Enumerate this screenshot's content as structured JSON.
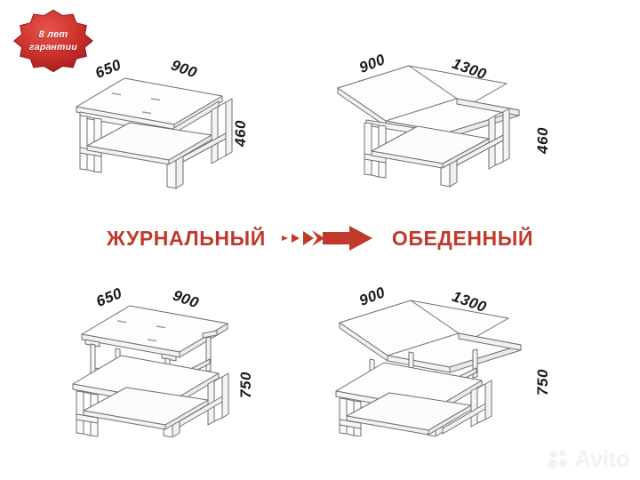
{
  "badge": {
    "line1": "8 лет",
    "line2": "гарантии",
    "color": "#CC2229",
    "icon": "starburst-badge-icon"
  },
  "banner": {
    "left_label": "ЖУРНАЛЬНЫЙ",
    "right_label": "ОБЕДЕННЫЙ",
    "arrow_icon": "growing-arrow-right-icon",
    "accent_color": "#C0392B"
  },
  "diagrams": [
    {
      "id": "coffee-folded",
      "name": "coffee-table-folded",
      "width_left": "650",
      "width_right": "900",
      "height": "460",
      "state": "folded-low"
    },
    {
      "id": "dining-unfolded-low",
      "name": "table-unfolded-low",
      "width_left": "900",
      "width_right": "1300",
      "height": "460",
      "state": "unfolded-low"
    },
    {
      "id": "coffee-raised",
      "name": "table-folded-raised",
      "width_left": "650",
      "width_right": "900",
      "height": "750",
      "state": "folded-raised"
    },
    {
      "id": "dining-unfolded-raised",
      "name": "dining-table-unfolded-raised",
      "width_left": "900",
      "width_right": "1300",
      "height": "750",
      "state": "unfolded-raised"
    }
  ],
  "watermark": {
    "label": "Avito",
    "icon": "avito-logo-icon",
    "color": "#f2f2f2"
  },
  "canvas": {
    "background": "#ffffff",
    "line_color": "#6e6e6e"
  }
}
